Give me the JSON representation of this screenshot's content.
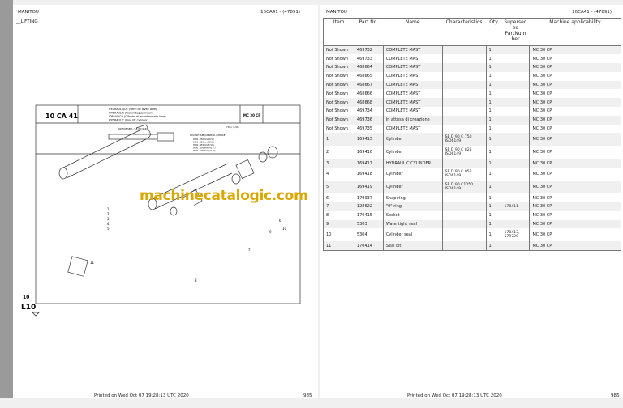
{
  "left_page": {
    "brand": "MANITOU",
    "code": "10CA41 - (47891)",
    "section": "__LIFTING",
    "printed": "Printed on  Wed Oct 07 19:28:13 UTC 2020",
    "page_number": "985",
    "drawing": {
      "ref": "10 CA 41",
      "model": "MC 30 CP",
      "titles": [
        "HYDRAULIQUE (Vérin de levée libre)",
        "HYDRAULIK (Freiansteg zylinder)",
        "IDRAULICO (Cilindro di levantamento libre)",
        "HYDRAULIC (Free lift cylinder)"
      ],
      "label_top": "ORIFICE SEUL / LE ISO 6149",
      "course_label": "COURSE HUB /CARRERA /STROKE",
      "dim_label": "4 Trou (3.97)",
      "strokes": [
        "0900 : 750mm(29.5\")",
        "0900 : 825mm(32.5\")",
        "0900 : 955mm(37.6\")",
        "0900 : 1050mm(41.3\")",
        "0900 : 1050mm(41.3\")"
      ],
      "callouts": [
        "1",
        "2",
        "3",
        "4",
        "5",
        "6",
        "7",
        "8",
        "9",
        "10",
        "11"
      ],
      "page_marks": [
        "10",
        "L10"
      ]
    }
  },
  "right_page": {
    "brand": "MANITOU",
    "code": "10CA41 - (47891)",
    "printed": "Printed on  Wed Oct 07 19:28:13 UTC 2020",
    "page_number": "986",
    "table": {
      "headers": [
        "Item",
        "Part No.",
        "Name",
        "Characteristics",
        "Qty",
        "Supersed ed PartNum ber",
        "Machine applicability"
      ],
      "rows": [
        [
          "Not Shown",
          "469732",
          "COMPLETE MAST",
          "",
          "1",
          "",
          "MC 30 CP"
        ],
        [
          "Not Shown",
          "469733",
          "COMPLETE MAST",
          "",
          "1",
          "",
          "MC 30 CP"
        ],
        [
          "Not Shown",
          "468664",
          "COMPLETE MAST",
          "",
          "1",
          "",
          "MC 30 CP"
        ],
        [
          "Not Shown",
          "468665",
          "COMPLETE MAST",
          "",
          "1",
          "",
          "MC 30 CP"
        ],
        [
          "Not Shown",
          "468667",
          "COMPLETE MAST",
          "",
          "1",
          "",
          "MC 30 CP"
        ],
        [
          "Not Shown",
          "468666",
          "COMPLETE MAST",
          "",
          "1",
          "",
          "MC 30 CP"
        ],
        [
          "Not Shown",
          "468668",
          "COMPLETE MAST",
          "",
          "1",
          "",
          "MC 30 CP"
        ],
        [
          "Not Shown",
          "469734",
          "COMPLETE MAST",
          "",
          "1",
          "",
          "MC 30 CP"
        ],
        [
          "Not Shown",
          "469736",
          "In attesa di creazione",
          "",
          "1",
          "",
          "MC 30 CP"
        ],
        [
          "Not Shown",
          "469735",
          "COMPLETE MAST",
          "",
          "1",
          "",
          "MC 30 CP"
        ],
        [
          "1",
          "169415",
          "Cylinder",
          "SE D 90 C 750 ISO6149",
          "1",
          "",
          "MC 30 CP"
        ],
        [
          "2",
          "169416",
          "Cylinder",
          "SE D 90 C 825 ISO6149",
          "1",
          "",
          "MC 30 CP"
        ],
        [
          "3",
          "169417",
          "HYDRAULIC CYLINDER",
          "",
          "1",
          "",
          "MC 30 CP"
        ],
        [
          "4",
          "169418",
          "Cylinder",
          "SE D 90 C 955 ISO6149",
          "1",
          "",
          "MC 30 CP"
        ],
        [
          "5",
          "169419",
          "Cylinder",
          "SE D 90 C1050 ISO6149",
          "1",
          "",
          "MC 30 CP"
        ],
        [
          "6",
          "179937",
          "Snap ring",
          "",
          "1",
          "",
          "MC 30 CP"
        ],
        [
          "7",
          "128622",
          "\"0\" ring",
          "",
          "1",
          "170411",
          "MC 30 CP"
        ],
        [
          "8",
          "170415",
          "Socket",
          "",
          "1",
          "",
          "MC 30 CP"
        ],
        [
          "9",
          "5303",
          "Watertight seal",
          "-",
          "1",
          "",
          "MC 30 CP"
        ],
        [
          "10",
          "5304",
          "Cylinder seal",
          "",
          "1",
          "170413, 579720",
          "MC 30 CP"
        ],
        [
          "11",
          "170414",
          "Seal kit",
          "",
          "1",
          "",
          "MC 30 CP"
        ]
      ]
    }
  },
  "watermark": "machinecatalogic.com"
}
